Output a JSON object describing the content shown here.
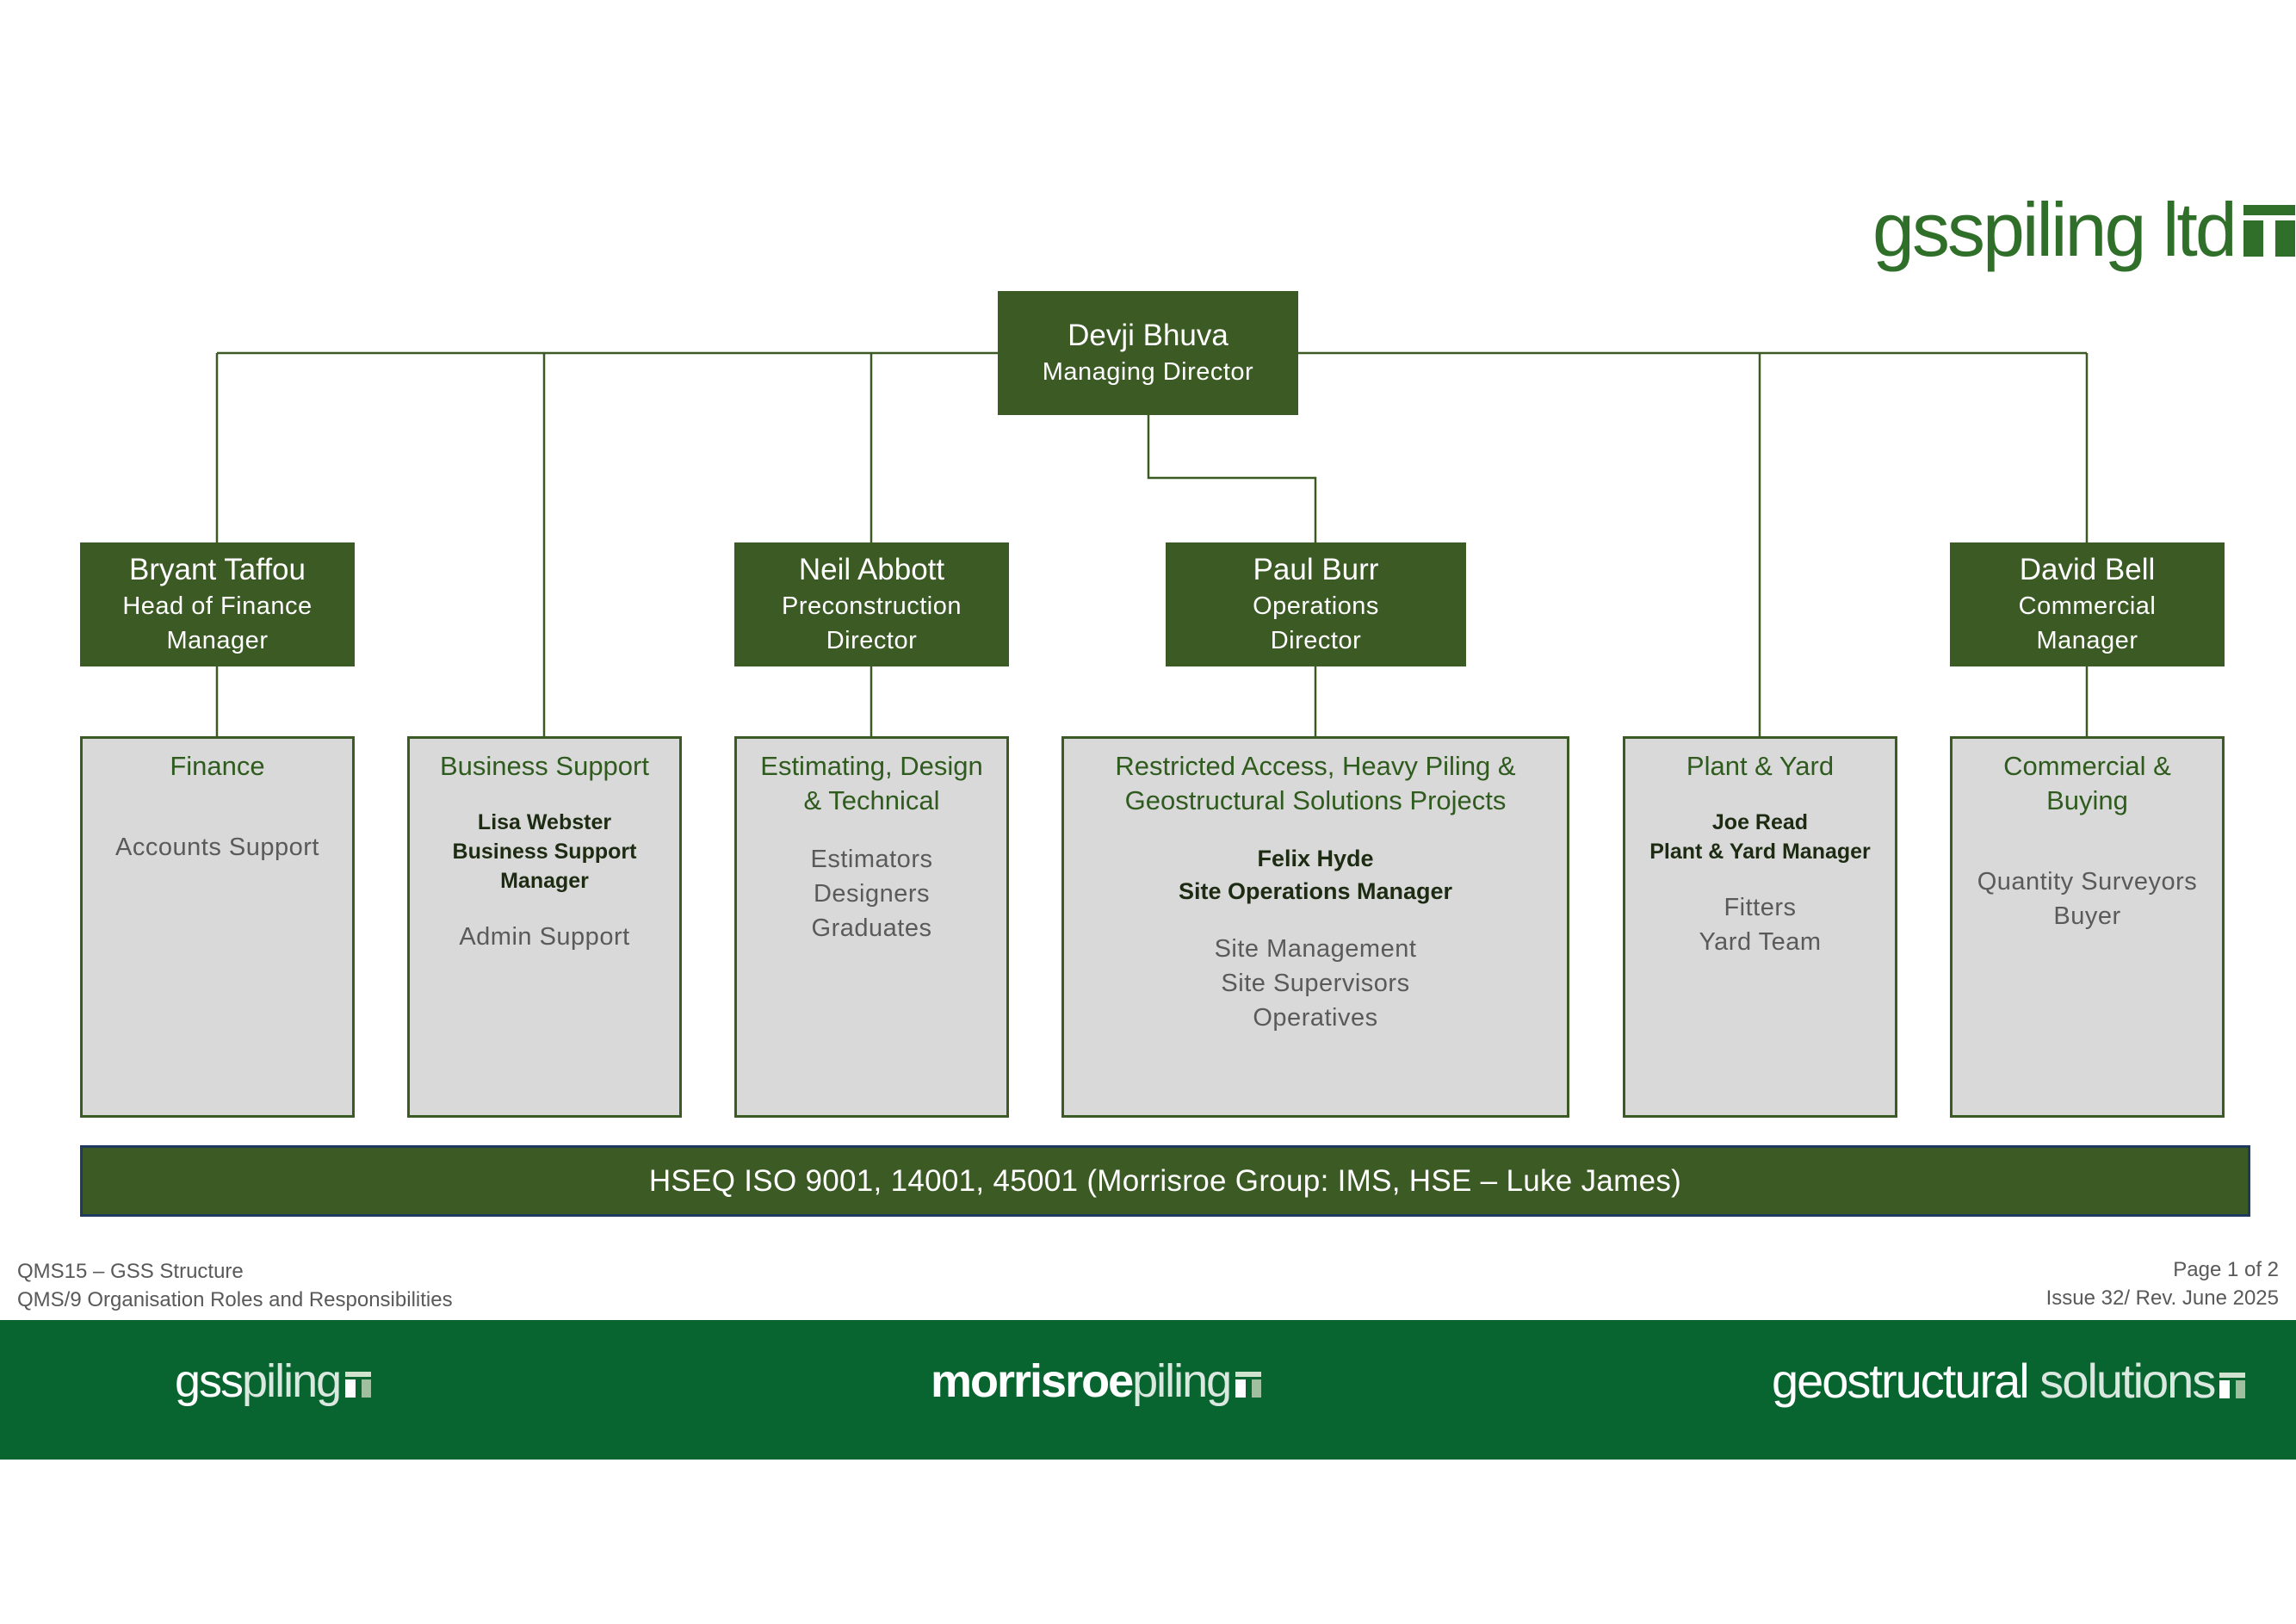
{
  "header_logo": {
    "text": "gsspiling ltd"
  },
  "top": {
    "name": "Devji Bhuva",
    "role": "Managing Director"
  },
  "heads": [
    {
      "name": "Bryant Taffou",
      "role_lines": [
        "Head of Finance",
        "Manager"
      ]
    },
    {
      "name": "Neil Abbott",
      "role_lines": [
        "Preconstruction",
        "Director"
      ]
    },
    {
      "name": "Paul Burr",
      "role_lines": [
        "Operations",
        "Director"
      ]
    },
    {
      "name": "David Bell",
      "role_lines": [
        "Commercial",
        "Manager"
      ]
    }
  ],
  "departments": [
    {
      "title_lines": [
        "Finance"
      ],
      "lead_lines": [],
      "members": [
        "Accounts Support"
      ]
    },
    {
      "title_lines": [
        "Business Support"
      ],
      "lead_lines": [
        "Lisa Webster",
        "Business Support",
        "Manager"
      ],
      "members": [
        "Admin Support"
      ]
    },
    {
      "title_lines": [
        "Estimating, Design",
        "& Technical"
      ],
      "lead_lines": [],
      "members": [
        "Estimators",
        "Designers",
        "Graduates"
      ]
    },
    {
      "title_lines": [
        "Restricted Access, Heavy Piling &",
        "Geostructural Solutions Projects"
      ],
      "lead_lines": [
        "Felix Hyde",
        "Site Operations Manager"
      ],
      "members": [
        "Site Management",
        "Site Supervisors",
        "Operatives"
      ]
    },
    {
      "title_lines": [
        "Plant & Yard"
      ],
      "lead_lines": [
        "Joe Read",
        "Plant & Yard Manager"
      ],
      "members": [
        "Fitters",
        "Yard Team"
      ]
    },
    {
      "title_lines": [
        "Commercial &",
        "Buying"
      ],
      "lead_lines": [],
      "members": [
        "Quantity Surveyors",
        "Buyer"
      ]
    }
  ],
  "hseq_banner": "HSEQ ISO 9001, 14001, 45001 (Morrisroe Group: IMS, HSE – Luke James)",
  "footer": {
    "doc_ref": "QMS15 – GSS Structure",
    "doc_title": "QMS/9 Organisation Roles and Responsibilities",
    "page": "Page 1 of 2",
    "issue": "Issue 32/ Rev. June 2025"
  },
  "brand_logos": [
    {
      "bold": "gss",
      "light": "piling"
    },
    {
      "bold": "morrisroe",
      "light": "piling"
    },
    {
      "bold": "geostructural",
      "light": " solutions"
    }
  ],
  "colors": {
    "dark_green": "#3b5a24",
    "brand_green": "#2f6f2a",
    "footer_green": "#096530",
    "dept_fill": "#d9d9d9"
  }
}
